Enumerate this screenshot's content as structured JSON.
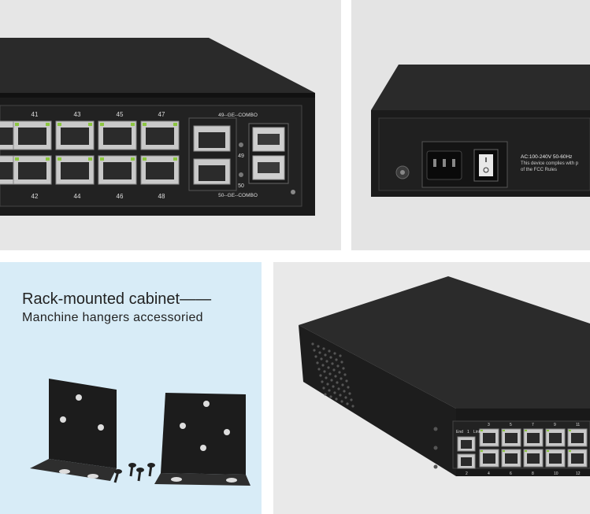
{
  "top_left": {
    "port_top_numbers": [
      "41",
      "43",
      "45",
      "47"
    ],
    "port_bottom_numbers": [
      "42",
      "44",
      "46",
      "48"
    ],
    "combo_top_label": "49--GE--COMBO",
    "combo_bottom_label": "50--GE--COMBO",
    "led_label_49": "49",
    "led_label_50": "50"
  },
  "top_right": {
    "power_spec": "AC:100-240V 50-60Hz",
    "compliance_line1": "This device complies with p",
    "compliance_line2": "of the FCC Rules"
  },
  "bottom_left": {
    "title": "Rack-mounted cabinet——",
    "subtitle": "Manchine hangers accessoried"
  },
  "bottom_right": {
    "port_labels_top": [
      "End",
      "1",
      "Link",
      "3",
      "5",
      "7",
      "9",
      "11"
    ],
    "port_labels_bottom": [
      "2",
      "4",
      "6",
      "8",
      "10",
      "12"
    ]
  },
  "colors": {
    "chassis": "#1b1b1b",
    "led_green": "#8cc63f",
    "port_silver": "#c9c9c9",
    "caption_bg": "#d8ecf7"
  }
}
